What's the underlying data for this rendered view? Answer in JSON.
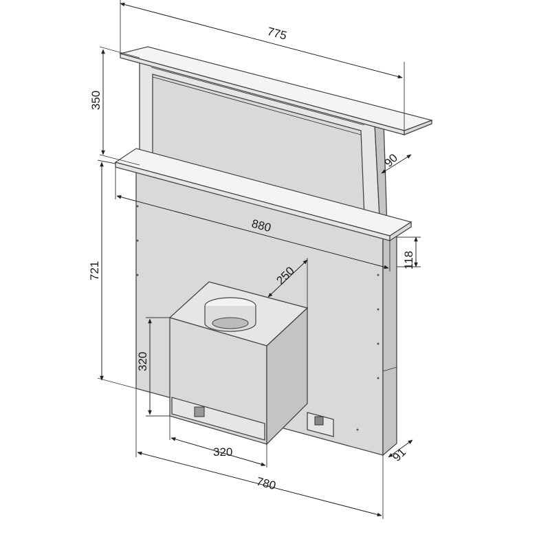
{
  "dimensions": {
    "width_top": "775",
    "height_riser": "350",
    "depth_top": "90",
    "width_plate": "880",
    "plate_thickness": "118",
    "height_body": "721",
    "duct": "250",
    "motor_height": "320",
    "motor_width": "320",
    "width_bottom": "780",
    "depth_bottom": "91"
  },
  "colors": {
    "panel": "#d9d9d9",
    "line": "#444444",
    "background": "#ffffff"
  }
}
